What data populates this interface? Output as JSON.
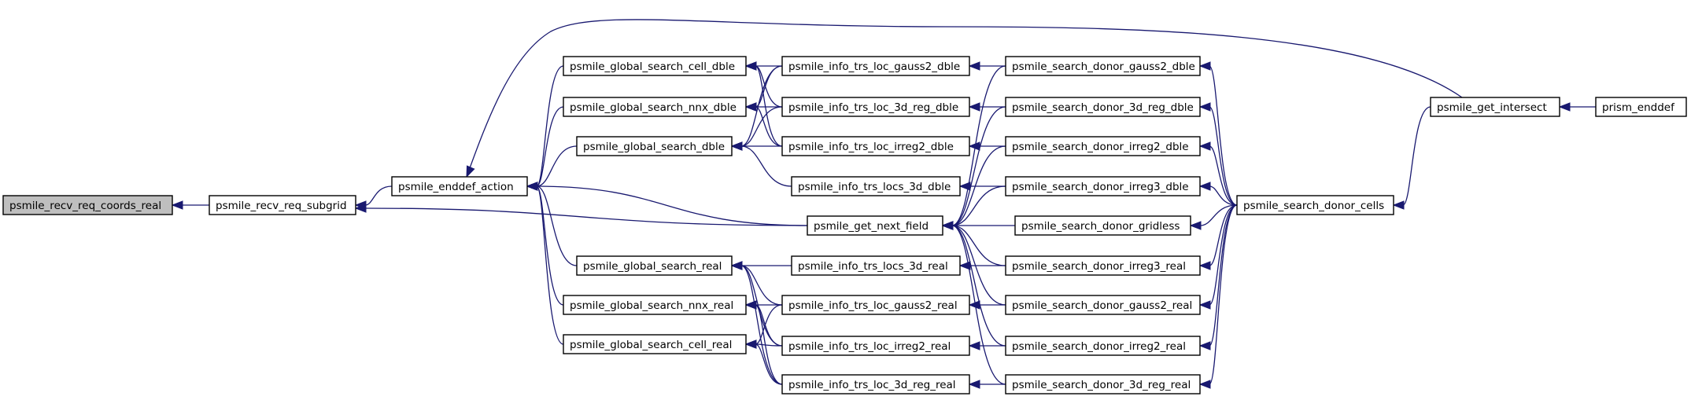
{
  "graph": {
    "title": "",
    "edge_color": "#191970",
    "root_fill": "#bfbfbf",
    "nodes": [
      {
        "id": "coords",
        "label": "psmile_recv_req_coords_real",
        "root": true
      },
      {
        "id": "subgrid",
        "label": "psmile_recv_req_subgrid"
      },
      {
        "id": "enddef",
        "label": "psmile_enddef_action"
      },
      {
        "id": "gs_cell_dble",
        "label": "psmile_global_search_cell_dble"
      },
      {
        "id": "gs_nnx_dble",
        "label": "psmile_global_search_nnx_dble"
      },
      {
        "id": "gs_dble",
        "label": "psmile_global_search_dble"
      },
      {
        "id": "gs_real",
        "label": "psmile_global_search_real"
      },
      {
        "id": "gs_nnx_real",
        "label": "psmile_global_search_nnx_real"
      },
      {
        "id": "gs_cell_real",
        "label": "psmile_global_search_cell_real"
      },
      {
        "id": "it_gauss2_dble",
        "label": "psmile_info_trs_loc_gauss2_dble"
      },
      {
        "id": "it_3d_reg_dble",
        "label": "psmile_info_trs_loc_3d_reg_dble"
      },
      {
        "id": "it_irreg2_dble",
        "label": "psmile_info_trs_loc_irreg2_dble"
      },
      {
        "id": "it_locs_3d_dble",
        "label": "psmile_info_trs_locs_3d_dble"
      },
      {
        "id": "next_field",
        "label": "psmile_get_next_field"
      },
      {
        "id": "it_locs_3d_real",
        "label": "psmile_info_trs_locs_3d_real"
      },
      {
        "id": "it_gauss2_real",
        "label": "psmile_info_trs_loc_gauss2_real"
      },
      {
        "id": "it_irreg2_real",
        "label": "psmile_info_trs_loc_irreg2_real"
      },
      {
        "id": "it_3d_reg_real",
        "label": "psmile_info_trs_loc_3d_reg_real"
      },
      {
        "id": "sd_gauss2_dble",
        "label": "psmile_search_donor_gauss2_dble"
      },
      {
        "id": "sd_3d_reg_dble",
        "label": "psmile_search_donor_3d_reg_dble"
      },
      {
        "id": "sd_irreg2_dble",
        "label": "psmile_search_donor_irreg2_dble"
      },
      {
        "id": "sd_irreg3_dble",
        "label": "psmile_search_donor_irreg3_dble"
      },
      {
        "id": "sd_gridless",
        "label": "psmile_search_donor_gridless"
      },
      {
        "id": "sd_irreg3_real",
        "label": "psmile_search_donor_irreg3_real"
      },
      {
        "id": "sd_gauss2_real",
        "label": "psmile_search_donor_gauss2_real"
      },
      {
        "id": "sd_irreg2_real",
        "label": "psmile_search_donor_irreg2_real"
      },
      {
        "id": "sd_3d_reg_real",
        "label": "psmile_search_donor_3d_reg_real"
      },
      {
        "id": "sd_cells",
        "label": "psmile_search_donor_cells"
      },
      {
        "id": "intersect",
        "label": "psmile_get_intersect"
      },
      {
        "id": "prism_enddef",
        "label": "prism_enddef"
      }
    ],
    "edges": [
      {
        "from": "subgrid",
        "to": "coords"
      },
      {
        "from": "enddef",
        "to": "subgrid"
      },
      {
        "from": "next_field",
        "to": "subgrid"
      },
      {
        "from": "gs_cell_dble",
        "to": "enddef"
      },
      {
        "from": "gs_nnx_dble",
        "to": "enddef"
      },
      {
        "from": "gs_dble",
        "to": "enddef"
      },
      {
        "from": "gs_real",
        "to": "enddef"
      },
      {
        "from": "gs_nnx_real",
        "to": "enddef"
      },
      {
        "from": "gs_cell_real",
        "to": "enddef"
      },
      {
        "from": "next_field",
        "to": "enddef"
      },
      {
        "from": "intersect",
        "to": "enddef"
      },
      {
        "from": "it_gauss2_dble",
        "to": "gs_cell_dble"
      },
      {
        "from": "it_3d_reg_dble",
        "to": "gs_cell_dble"
      },
      {
        "from": "it_irreg2_dble",
        "to": "gs_cell_dble"
      },
      {
        "from": "it_gauss2_dble",
        "to": "gs_nnx_dble"
      },
      {
        "from": "it_3d_reg_dble",
        "to": "gs_nnx_dble"
      },
      {
        "from": "it_irreg2_dble",
        "to": "gs_nnx_dble"
      },
      {
        "from": "it_gauss2_dble",
        "to": "gs_dble"
      },
      {
        "from": "it_3d_reg_dble",
        "to": "gs_dble"
      },
      {
        "from": "it_irreg2_dble",
        "to": "gs_dble"
      },
      {
        "from": "it_locs_3d_dble",
        "to": "gs_dble"
      },
      {
        "from": "it_locs_3d_real",
        "to": "gs_real"
      },
      {
        "from": "it_gauss2_real",
        "to": "gs_real"
      },
      {
        "from": "it_irreg2_real",
        "to": "gs_real"
      },
      {
        "from": "it_3d_reg_real",
        "to": "gs_real"
      },
      {
        "from": "it_gauss2_real",
        "to": "gs_nnx_real"
      },
      {
        "from": "it_irreg2_real",
        "to": "gs_nnx_real"
      },
      {
        "from": "it_3d_reg_real",
        "to": "gs_nnx_real"
      },
      {
        "from": "it_gauss2_real",
        "to": "gs_cell_real"
      },
      {
        "from": "it_irreg2_real",
        "to": "gs_cell_real"
      },
      {
        "from": "it_3d_reg_real",
        "to": "gs_cell_real"
      },
      {
        "from": "sd_gauss2_dble",
        "to": "it_gauss2_dble"
      },
      {
        "from": "sd_3d_reg_dble",
        "to": "it_3d_reg_dble"
      },
      {
        "from": "sd_irreg2_dble",
        "to": "it_irreg2_dble"
      },
      {
        "from": "sd_irreg3_dble",
        "to": "it_locs_3d_dble"
      },
      {
        "from": "sd_irreg3_real",
        "to": "it_locs_3d_real"
      },
      {
        "from": "sd_gauss2_real",
        "to": "it_gauss2_real"
      },
      {
        "from": "sd_irreg2_real",
        "to": "it_irreg2_real"
      },
      {
        "from": "sd_3d_reg_real",
        "to": "it_3d_reg_real"
      },
      {
        "from": "sd_gauss2_dble",
        "to": "next_field"
      },
      {
        "from": "sd_3d_reg_dble",
        "to": "next_field"
      },
      {
        "from": "sd_irreg2_dble",
        "to": "next_field"
      },
      {
        "from": "sd_irreg3_dble",
        "to": "next_field"
      },
      {
        "from": "sd_gridless",
        "to": "next_field"
      },
      {
        "from": "sd_irreg3_real",
        "to": "next_field"
      },
      {
        "from": "sd_gauss2_real",
        "to": "next_field"
      },
      {
        "from": "sd_irreg2_real",
        "to": "next_field"
      },
      {
        "from": "sd_3d_reg_real",
        "to": "next_field"
      },
      {
        "from": "sd_cells",
        "to": "sd_gauss2_dble"
      },
      {
        "from": "sd_cells",
        "to": "sd_3d_reg_dble"
      },
      {
        "from": "sd_cells",
        "to": "sd_irreg2_dble"
      },
      {
        "from": "sd_cells",
        "to": "sd_irreg3_dble"
      },
      {
        "from": "sd_cells",
        "to": "sd_gridless"
      },
      {
        "from": "sd_cells",
        "to": "sd_irreg3_real"
      },
      {
        "from": "sd_cells",
        "to": "sd_gauss2_real"
      },
      {
        "from": "sd_cells",
        "to": "sd_irreg2_real"
      },
      {
        "from": "sd_cells",
        "to": "sd_3d_reg_real"
      },
      {
        "from": "intersect",
        "to": "sd_cells"
      },
      {
        "from": "prism_enddef",
        "to": "intersect"
      }
    ]
  }
}
